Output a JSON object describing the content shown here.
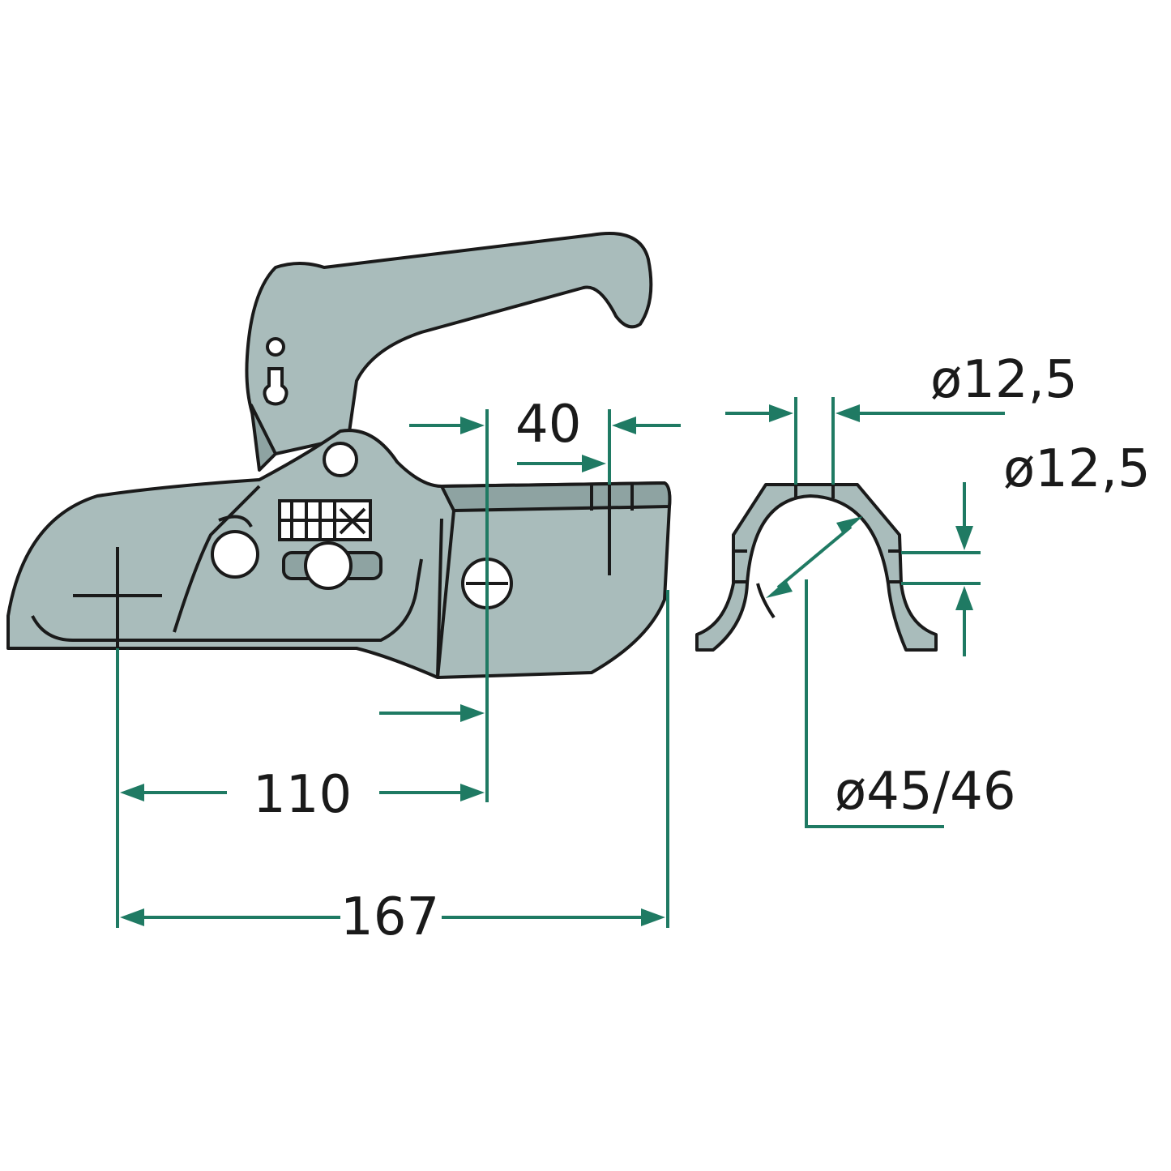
{
  "dimensions": {
    "d_40": "40",
    "d_110": "110",
    "d_167": "167",
    "dia_top": "ø12,5",
    "dia_side": "ø12,5",
    "dia_tube": "ø45/46"
  },
  "colors": {
    "part_fill": "#a9bcbb",
    "dimension_lines": "#1f7a63",
    "outline": "#1a1a1a"
  }
}
